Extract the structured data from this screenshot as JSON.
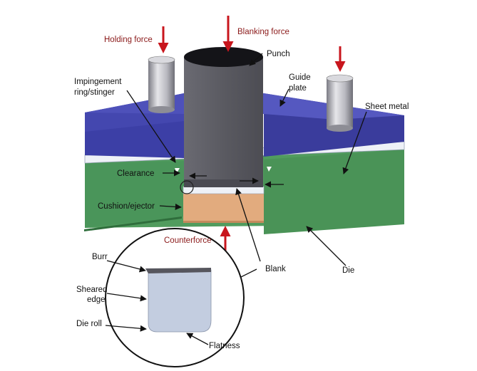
{
  "colors": {
    "force_arrow": "#c8161d",
    "force_label": "#8b1a1a",
    "guide_plate": "#3b3fa0",
    "die": "#4f9a5c",
    "punch": "#5c5c63",
    "cushion": "#e0a97c",
    "sheet_metal": "#e9edf4",
    "blank_detail": "#c5cfe0"
  },
  "labels": {
    "holding_force": "Holding force",
    "blanking_force": "Blanking force",
    "punch": "Punch",
    "impingement_1": "Impingement",
    "impingement_2": "ring/stinger",
    "guide_plate_1": "Guide",
    "guide_plate_2": "plate",
    "sheet_metal": "Sheet metal",
    "clearance": "Clearance",
    "cushion_ejector": "Cushion/ejector",
    "counterforce": "Counterforce",
    "blank": "Blank",
    "die": "Die",
    "burr": "Burr",
    "sheared_edge_1": "Sheared",
    "sheared_edge_2": "edge",
    "die_roll": "Die roll",
    "flatness": "Flatness"
  }
}
